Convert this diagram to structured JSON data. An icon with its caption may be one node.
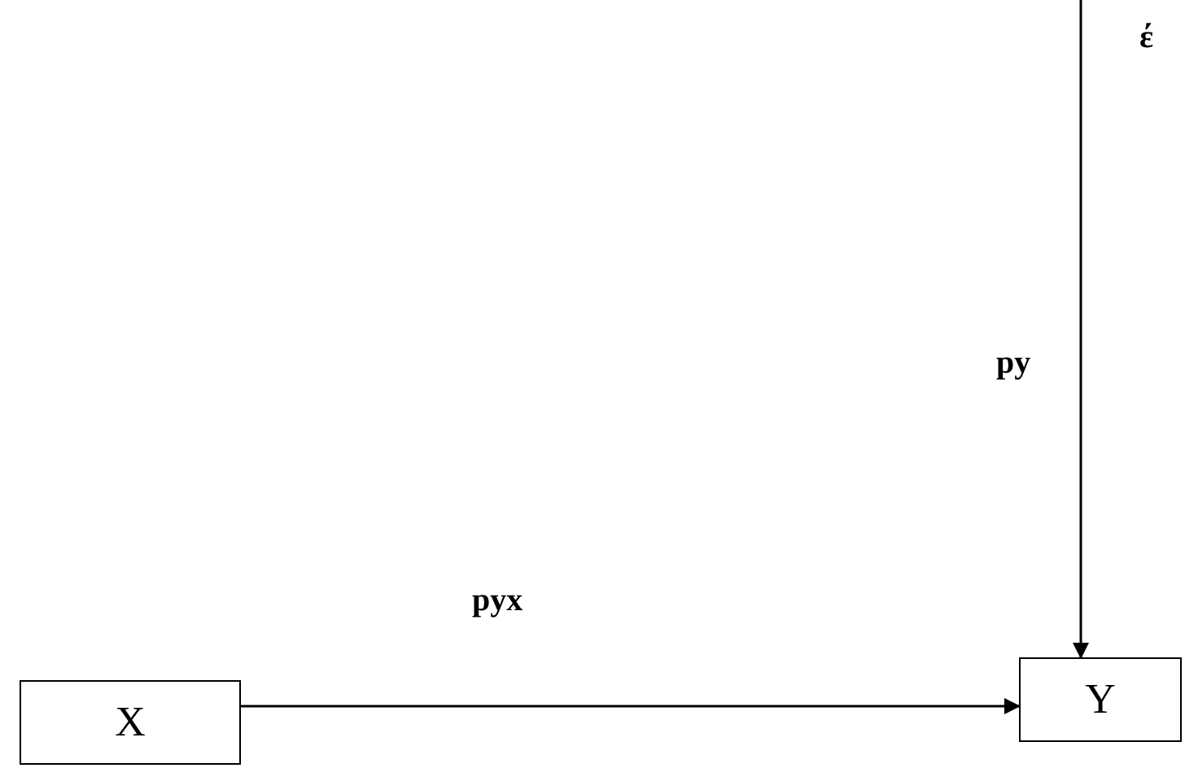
{
  "diagram": {
    "nodes": [
      {
        "text": [
          "X"
        ]
      },
      {
        "text": [
          "Y"
        ]
      }
    ],
    "edges": [
      {
        "from": 0,
        "to": 1,
        "arrow": "to",
        "label": "pyx"
      },
      {
        "from": null,
        "to": 1,
        "arrow": "to",
        "label": "py"
      }
    ],
    "labels": [
      "έ"
    ]
  }
}
